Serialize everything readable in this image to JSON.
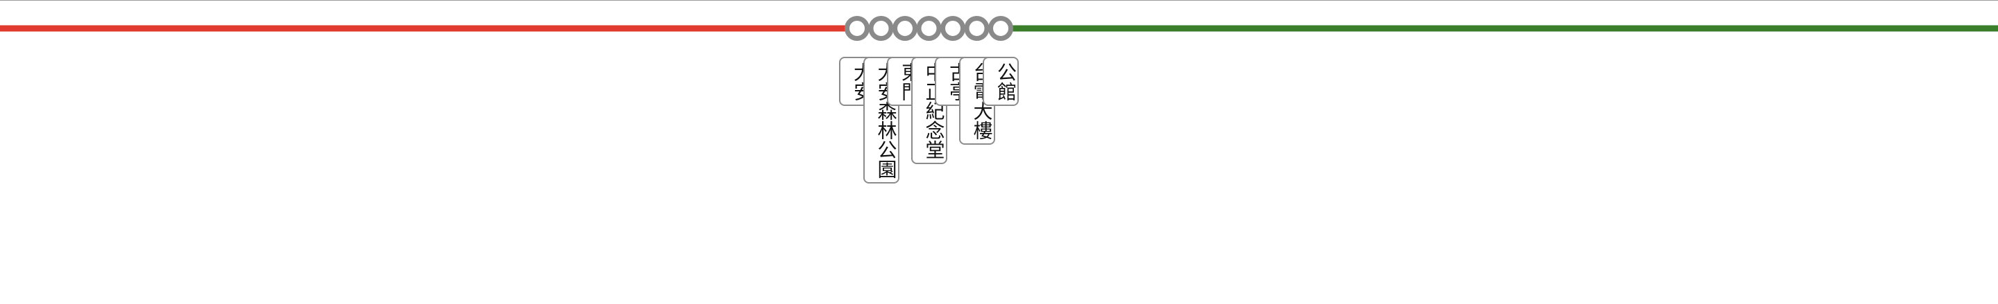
{
  "lines": {
    "red": {
      "color": "#e23a2e"
    },
    "green": {
      "color": "#3a7d2a"
    }
  },
  "station_style": {
    "ring_color": "#8a8a8a",
    "fill_color": "#ffffff"
  },
  "stations": [
    {
      "name": "大安",
      "line_left": "red",
      "line_right": "red"
    },
    {
      "name": "大安森林公園",
      "line_left": "red",
      "line_right": "red"
    },
    {
      "name": "東門",
      "line_left": "red",
      "line_right": "red"
    },
    {
      "name": "中正紀念堂",
      "line_left": "red",
      "line_right": "green"
    },
    {
      "name": "古亭",
      "line_left": "green",
      "line_right": "green"
    },
    {
      "name": "台電大樓",
      "line_left": "green",
      "line_right": "green"
    },
    {
      "name": "公館",
      "line_left": "green",
      "line_right": "green"
    }
  ]
}
